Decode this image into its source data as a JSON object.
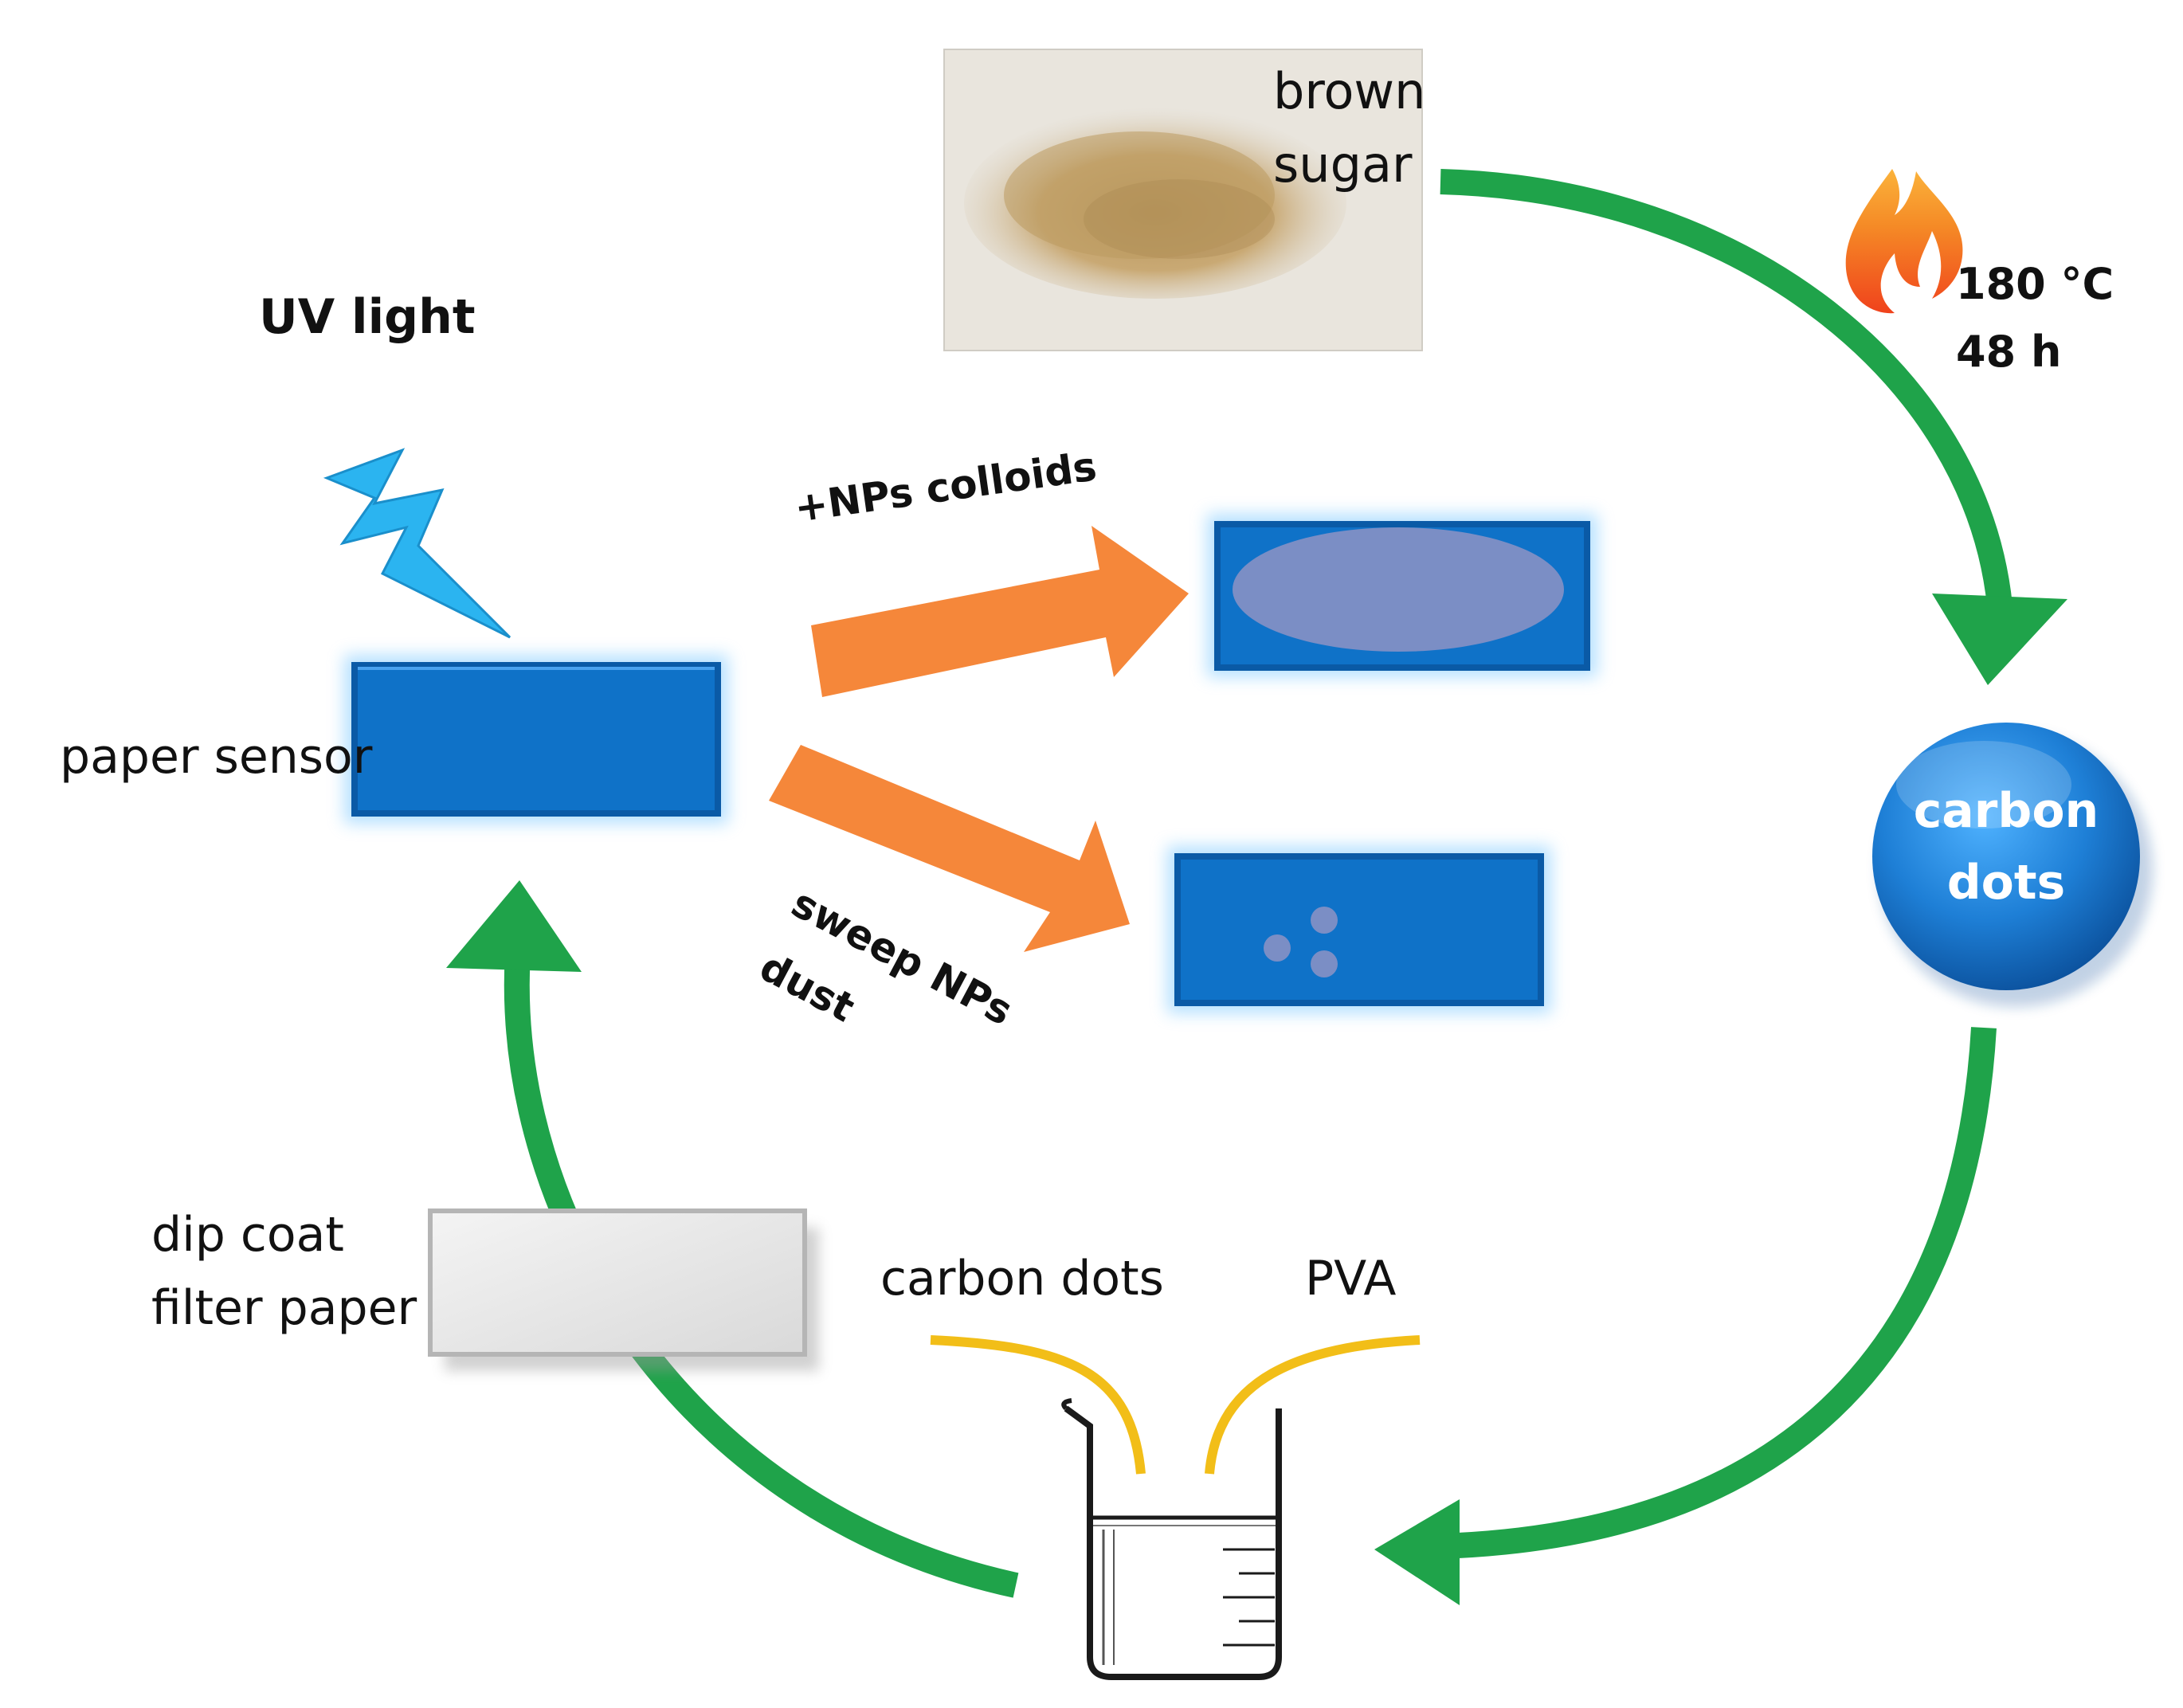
{
  "labels": {
    "brown_sugar_line1": "brown",
    "brown_sugar_line2": "sugar",
    "temperature": "180 °C",
    "duration": "48 h",
    "uv_light": "UV light",
    "np_colloids": "+NPs colloids",
    "paper_sensor": "paper sensor",
    "sweep_line1": "sweep NPs",
    "sweep_line2": "dust",
    "carbon_dots_line1": "carbon",
    "carbon_dots_line2": "dots",
    "dip_coat_line1": "dip coat",
    "dip_coat_line2": "filter paper",
    "beaker_carbon_dots": "carbon dots",
    "beaker_pva": "PVA"
  },
  "colors": {
    "cycle_arrow": "#1fa34a",
    "branch_arrow": "#f5873a",
    "sensor_blue": "#0f72c8",
    "np_spot": "#7b8ec5",
    "sphere_blue": "#1e7fd6",
    "lightning": "#2bb4f0",
    "flame_outer": "#f26a21",
    "feed_lines": "#f2be18",
    "filter_paper": "#e6e6e6",
    "sugar": "#c9a974"
  },
  "icons": [
    "flame-icon",
    "lightning-icon",
    "beaker-icon",
    "brown-sugar-photo"
  ]
}
